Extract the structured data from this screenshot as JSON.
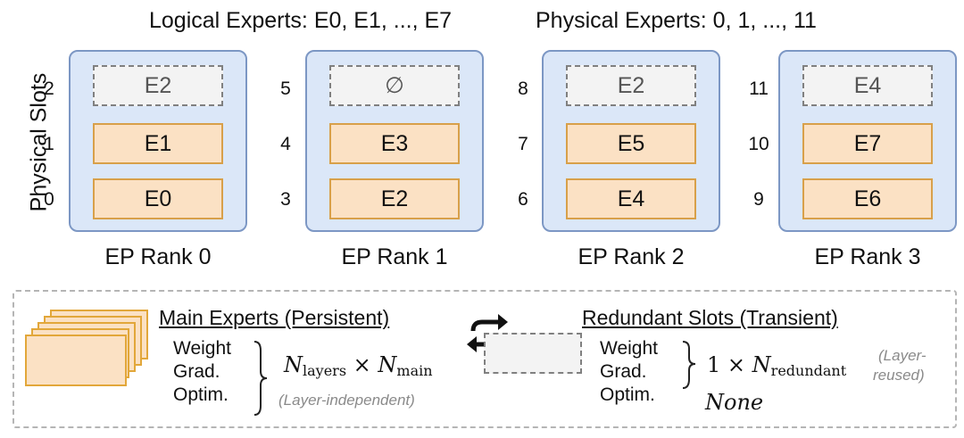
{
  "header": {
    "logical": "Logical Experts: E0, E1, ..., E7",
    "physical": "Physical Experts: 0, 1, ..., 11"
  },
  "y_axis_label": "Physical Slots",
  "ranks": [
    {
      "label": "EP Rank 0",
      "slots": [
        {
          "num": "0",
          "name": "E0"
        },
        {
          "num": "1",
          "name": "E1"
        },
        {
          "num": "2",
          "name": "E2"
        }
      ]
    },
    {
      "label": "EP Rank 1",
      "slots": [
        {
          "num": "3",
          "name": "E2"
        },
        {
          "num": "4",
          "name": "E3"
        },
        {
          "num": "5",
          "name": "∅"
        }
      ]
    },
    {
      "label": "EP Rank 2",
      "slots": [
        {
          "num": "6",
          "name": "E4"
        },
        {
          "num": "7",
          "name": "E5"
        },
        {
          "num": "8",
          "name": "E2"
        }
      ]
    },
    {
      "label": "EP Rank 3",
      "slots": [
        {
          "num": "9",
          "name": "E6"
        },
        {
          "num": "10",
          "name": "E7"
        },
        {
          "num": "11",
          "name": "E4"
        }
      ]
    }
  ],
  "legend": {
    "main_title": "Main Experts (Persistent)",
    "redundant_title": "Redundant Slots (Transient)",
    "main_items": [
      "Weight",
      "Grad.",
      "Optim."
    ],
    "redundant_items": [
      "Weight",
      "Grad.",
      "Optim."
    ],
    "main_formula": {
      "n": "N",
      "sub1": "layers",
      "times": "×",
      "sub2": "main"
    },
    "main_note": "(Layer-independent)",
    "redundant_formula": {
      "one": "1",
      "times": "×",
      "n": "N",
      "sub": "redundant"
    },
    "redundant_note_line1": "(Layer-",
    "redundant_note_line2": "reused)",
    "redundant_none": "None"
  },
  "colors": {
    "rank_bg": "#dbe7f8",
    "rank_border": "#7c97c4",
    "main_slot_bg": "#fbe1c4",
    "main_slot_border": "#d8a04a",
    "redundant_slot_bg": "#f3f3f3"
  }
}
